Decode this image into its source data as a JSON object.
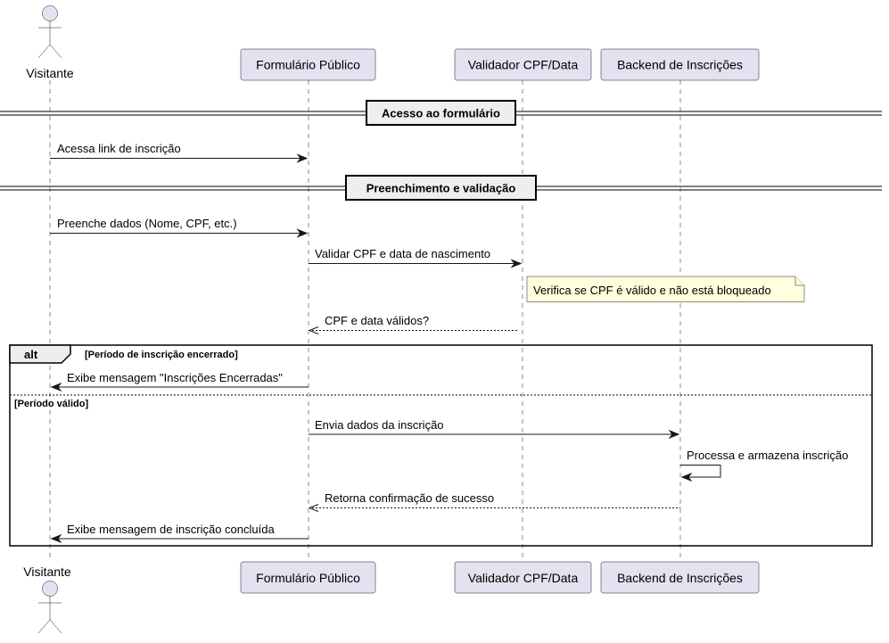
{
  "participants": {
    "visitante": {
      "label": "Visitante",
      "kind": "actor"
    },
    "formulario": {
      "label": "Formulário Público"
    },
    "validador": {
      "label": "Validador CPF/Data"
    },
    "backend": {
      "label": "Backend de Inscrições"
    }
  },
  "dividers": [
    {
      "label": "Acesso ao formulário"
    },
    {
      "label": "Preenchimento e validação"
    }
  ],
  "messages": [
    {
      "from": "visitante",
      "to": "formulario",
      "label": "Acessa link de inscrição",
      "style": "solid"
    },
    {
      "from": "visitante",
      "to": "formulario",
      "label": "Preenche dados (Nome, CPF, etc.)",
      "style": "solid"
    },
    {
      "from": "formulario",
      "to": "validador",
      "label": "Validar CPF e data de nascimento",
      "style": "solid"
    },
    {
      "from": "validador",
      "to": "formulario",
      "label": "CPF e data válidos?",
      "style": "dashed"
    },
    {
      "from": "formulario",
      "to": "visitante",
      "label": "Exibe mensagem \"Inscrições Encerradas\"",
      "style": "solid"
    },
    {
      "from": "formulario",
      "to": "backend",
      "label": "Envia dados da inscrição",
      "style": "solid"
    },
    {
      "from": "backend",
      "to": "backend",
      "label": "Processa e armazena inscrição",
      "style": "solid"
    },
    {
      "from": "backend",
      "to": "formulario",
      "label": "Retorna confirmação de sucesso",
      "style": "dashed"
    },
    {
      "from": "formulario",
      "to": "visitante",
      "label": "Exibe mensagem de inscrição concluída",
      "style": "solid"
    }
  ],
  "note": {
    "text": "Verifica se CPF é válido e não está bloqueado"
  },
  "alt_frame": {
    "keyword": "alt",
    "guard_1": "[Período de inscrição encerrado]",
    "guard_2": "[Período válido]"
  },
  "colors": {
    "participant_fill": "#E2E2F0",
    "note_fill": "#FEFFDD",
    "divider_fill": "#EEEEEE",
    "line": "#181818"
  }
}
